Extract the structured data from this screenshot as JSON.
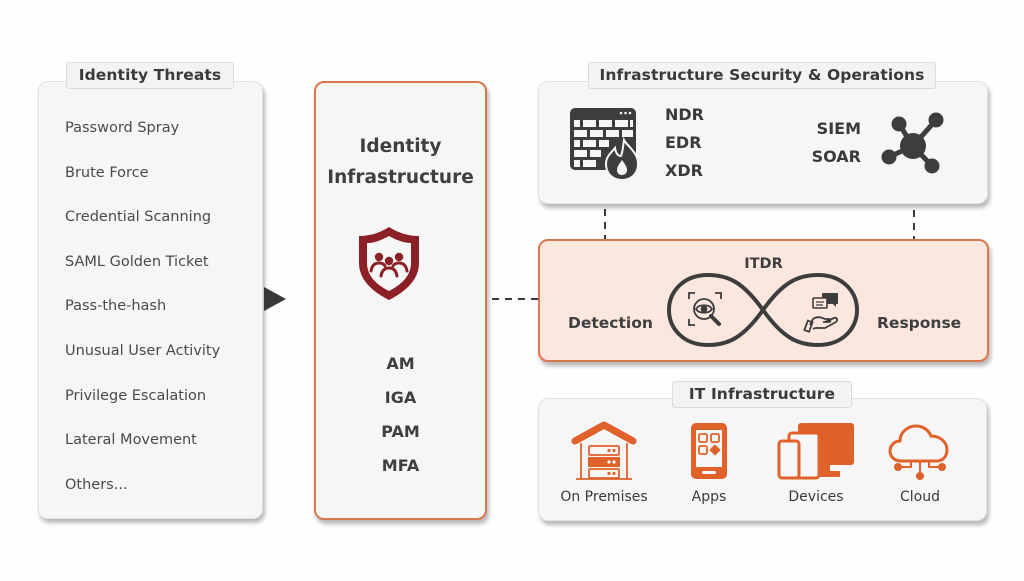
{
  "identity_threats": {
    "title": "Identity Threats",
    "items": [
      "Password Spray",
      "Brute Force",
      "Credential Scanning",
      "SAML Golden Ticket",
      "Pass-the-hash",
      "Unusual User Activity",
      "Privilege Escalation",
      "Lateral Movement",
      "Others..."
    ]
  },
  "identity_infrastructure": {
    "title_line1": "Identity",
    "title_line2": "Infrastructure",
    "icon": "shield-users-icon",
    "items": [
      "AM",
      "IGA",
      "PAM",
      "MFA"
    ]
  },
  "infra_security_ops": {
    "title": "Infrastructure Security & Operations",
    "left_items": [
      "NDR",
      "EDR",
      "XDR"
    ],
    "right_items": [
      "SIEM",
      "SOAR"
    ],
    "left_icon": "firewall-fire-icon",
    "right_icon": "network-hub-icon"
  },
  "itdr": {
    "title": "ITDR",
    "detection_label": "Detection",
    "response_label": "Response",
    "icons": [
      "infinity-loop-icon",
      "eye-search-icon",
      "hand-chat-icon"
    ]
  },
  "it_infrastructure": {
    "title": "IT Infrastructure",
    "items": [
      {
        "label": "On Premises",
        "icon": "server-house-icon"
      },
      {
        "label": "Apps",
        "icon": "mobile-apps-icon"
      },
      {
        "label": "Devices",
        "icon": "devices-icon"
      },
      {
        "label": "Cloud",
        "icon": "cloud-network-icon"
      }
    ]
  },
  "colors": {
    "accent_orange": "#e0622a",
    "border_orange": "#d9774f",
    "shield_red": "#8b2027",
    "itdr_fill": "#fce7de",
    "dark_icon": "#3d3d3d",
    "card_fill": "#f6f6f6"
  }
}
